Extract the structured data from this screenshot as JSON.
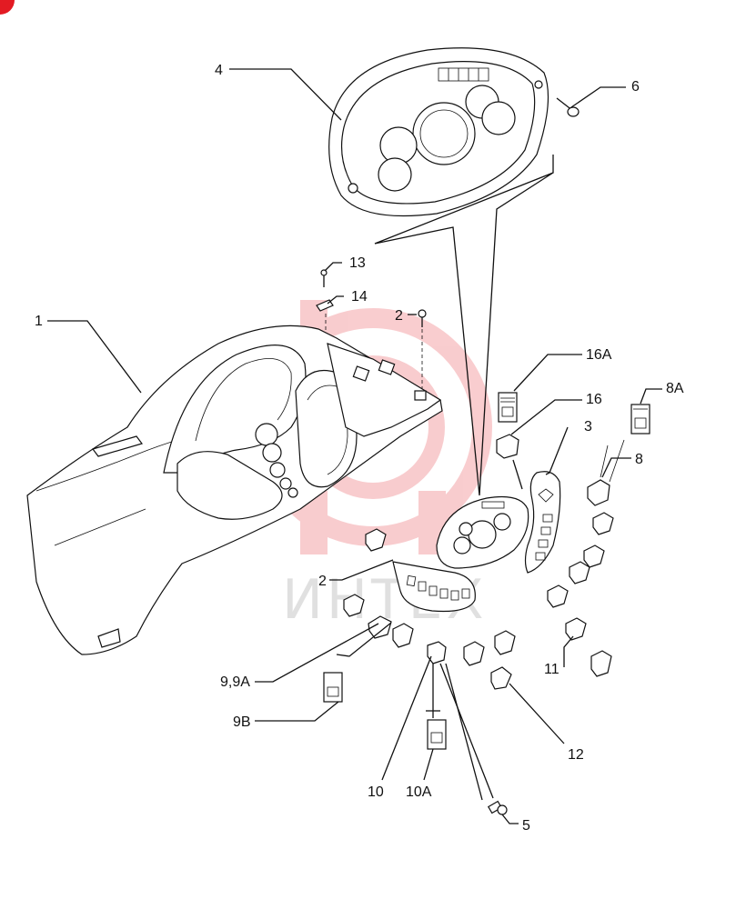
{
  "watermark": {
    "text": "ИНТЕХ",
    "color": "#e31b23"
  },
  "callouts": [
    {
      "id": "c4",
      "text": "4"
    },
    {
      "id": "c6",
      "text": "6"
    },
    {
      "id": "c13",
      "text": "13"
    },
    {
      "id": "c14",
      "text": "14"
    },
    {
      "id": "c1",
      "text": "1"
    },
    {
      "id": "c2a",
      "text": "2"
    },
    {
      "id": "c16A",
      "text": "16A"
    },
    {
      "id": "c16",
      "text": "16"
    },
    {
      "id": "c8A",
      "text": "8A"
    },
    {
      "id": "c3",
      "text": "3"
    },
    {
      "id": "c8",
      "text": "8"
    },
    {
      "id": "c2b",
      "text": "2"
    },
    {
      "id": "c99A",
      "text": "9,9A"
    },
    {
      "id": "c9B",
      "text": "9B"
    },
    {
      "id": "c11",
      "text": "11"
    },
    {
      "id": "c12",
      "text": "12"
    },
    {
      "id": "c10",
      "text": "10"
    },
    {
      "id": "c10A",
      "text": "10A"
    },
    {
      "id": "c5",
      "text": "5"
    }
  ]
}
